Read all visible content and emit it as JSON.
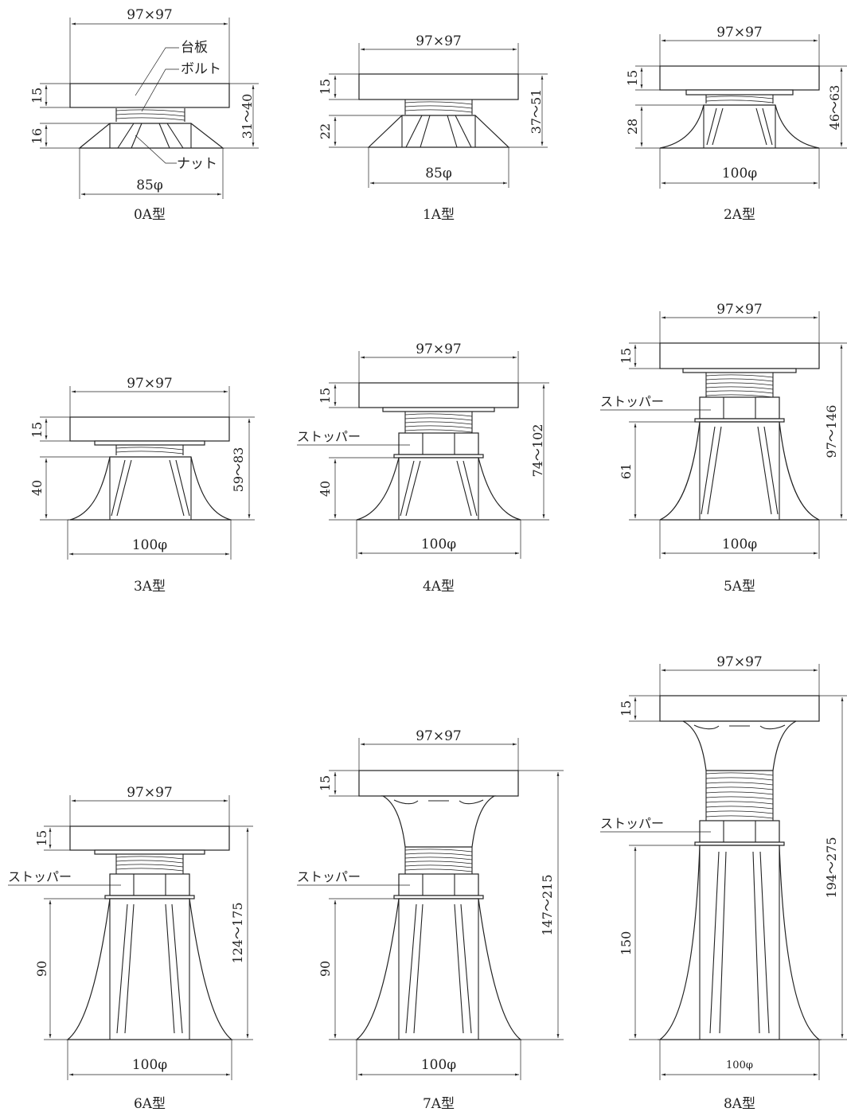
{
  "parts": {
    "plate": "台板",
    "bolt": "ボルト",
    "nut": "ナット",
    "stopper": "ストッパー"
  },
  "models": [
    {
      "name": "0A型",
      "top": "97×97",
      "base": "85φ",
      "plate_h": "15",
      "body_h": "16",
      "total": "31～40"
    },
    {
      "name": "1A型",
      "top": "97×97",
      "base": "85φ",
      "plate_h": "15",
      "body_h": "22",
      "total": "37～51"
    },
    {
      "name": "2A型",
      "top": "97×97",
      "base": "100φ",
      "plate_h": "15",
      "body_h": "28",
      "total": "46～63"
    },
    {
      "name": "3A型",
      "top": "97×97",
      "base": "100φ",
      "plate_h": "15",
      "body_h": "40",
      "total": "59～83"
    },
    {
      "name": "4A型",
      "top": "97×97",
      "base": "100φ",
      "plate_h": "15",
      "body_h": "40",
      "total": "74～102"
    },
    {
      "name": "5A型",
      "top": "97×97",
      "base": "100φ",
      "plate_h": "15",
      "body_h": "61",
      "total": "97～146"
    },
    {
      "name": "6A型",
      "top": "97×97",
      "base": "100φ",
      "plate_h": "15",
      "body_h": "90",
      "total": "124～175"
    },
    {
      "name": "7A型",
      "top": "97×97",
      "base": "100φ",
      "plate_h": "15",
      "body_h": "90",
      "total": "147～215"
    },
    {
      "name": "8A型",
      "top": "97×97",
      "base": "100φ",
      "plate_h": "15",
      "body_h": "150",
      "total": "194～275"
    }
  ]
}
